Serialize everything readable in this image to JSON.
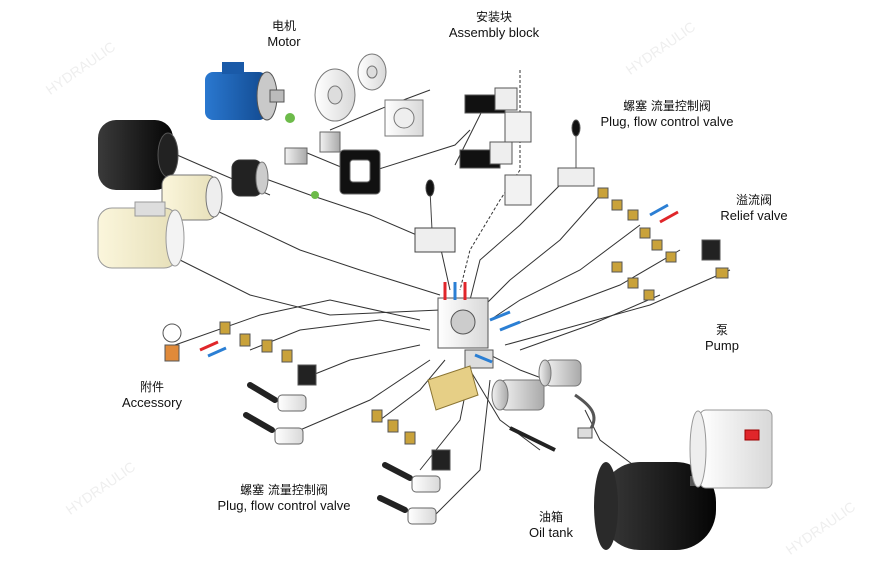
{
  "labels": {
    "motor": {
      "zh": "电机",
      "en": "Motor"
    },
    "assembly_block": {
      "zh": "安装块",
      "en": "Assembly block"
    },
    "plug_flow_top": {
      "zh": "螺塞  流量控制阀",
      "en": "Plug, flow control valve"
    },
    "relief_valve": {
      "zh": "溢流阀",
      "en": "Relief valve"
    },
    "pump": {
      "zh": "泵",
      "en": "Pump"
    },
    "accessory": {
      "zh": "附件",
      "en": "Accessory"
    },
    "plug_flow_bottom": {
      "zh": "螺塞  流量控制阀",
      "en": "Plug, flow control valve"
    },
    "oil_tank": {
      "zh": "油箱",
      "en": "Oil tank"
    }
  },
  "watermark": "HYDRAULIC",
  "colors": {
    "line": "#333333",
    "motor_blue": "#1f63b5",
    "tank_black": "#111111",
    "arrow_red": "#e0262a",
    "arrow_blue": "#2b7fd4",
    "fitting_gold": "#c9a23a",
    "accent_green": "#6dbb4a"
  }
}
